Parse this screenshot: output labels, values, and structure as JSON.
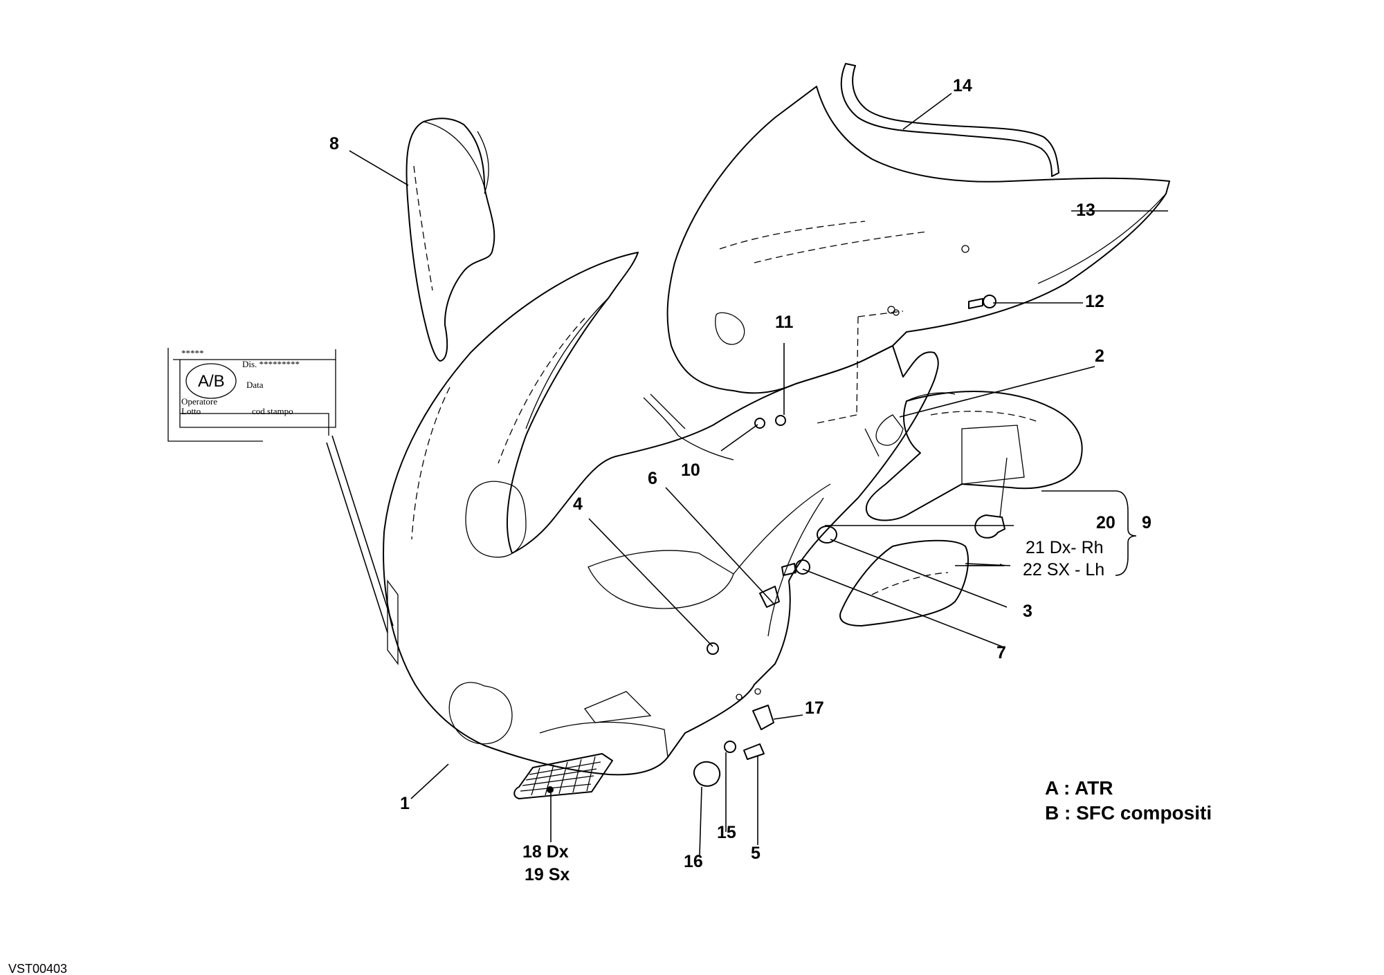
{
  "callouts": {
    "c1": "1",
    "c2": "2",
    "c3": "3",
    "c4": "4",
    "c5": "5",
    "c6": "6",
    "c7": "7",
    "c8": "8",
    "c9": "9",
    "c10": "10",
    "c11": "11",
    "c12": "12",
    "c13": "13",
    "c14": "14",
    "c15": "15",
    "c16": "16",
    "c17": "17",
    "c18": "18 Dx",
    "c19": "19 Sx",
    "c20": "20",
    "c21": "21 Dx- Rh",
    "c22": "22 SX - Lh"
  },
  "legend": {
    "a": "A : ATR",
    "b": "B : SFC compositi"
  },
  "label_plate": {
    "stars": "*****",
    "ab": "A/B",
    "dis": "Dis. *********",
    "data": "Data",
    "operatore": "Operatore",
    "lotto": "Lotto",
    "cod_stampo": "cod.stampo"
  },
  "drawing_code": "VST00403"
}
